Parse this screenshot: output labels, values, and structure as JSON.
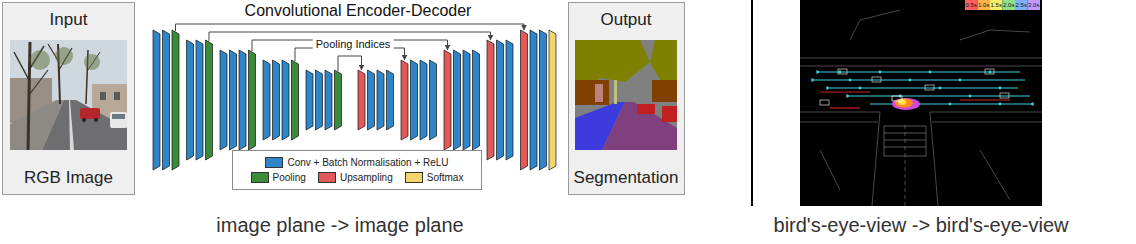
{
  "diagram": {
    "nodes": [
      {
        "text": [
          "Input",
          "RGB Image"
        ]
      },
      {
        "text": [
          "Output",
          "Segmentation"
        ]
      }
    ],
    "labels": [
      "Convolutional Encoder-Decoder",
      "Pooling Indices",
      "image plane -> image plane",
      "bird's-eye-view -> bird's-eye-view",
      "0.5s",
      "1.0s",
      "1.5s",
      "2.0s",
      "2.5s",
      "3.0s"
    ],
    "legend": [
      {
        "text": "Conv + Batch Normalisation + ReLU",
        "color": "#2e86c9"
      },
      {
        "text": "Pooling",
        "color": "#3c8a3c"
      },
      {
        "text": "Upsampling",
        "color": "#e2595a"
      },
      {
        "text": "Softmax",
        "color": "#f2d66b"
      }
    ]
  }
}
